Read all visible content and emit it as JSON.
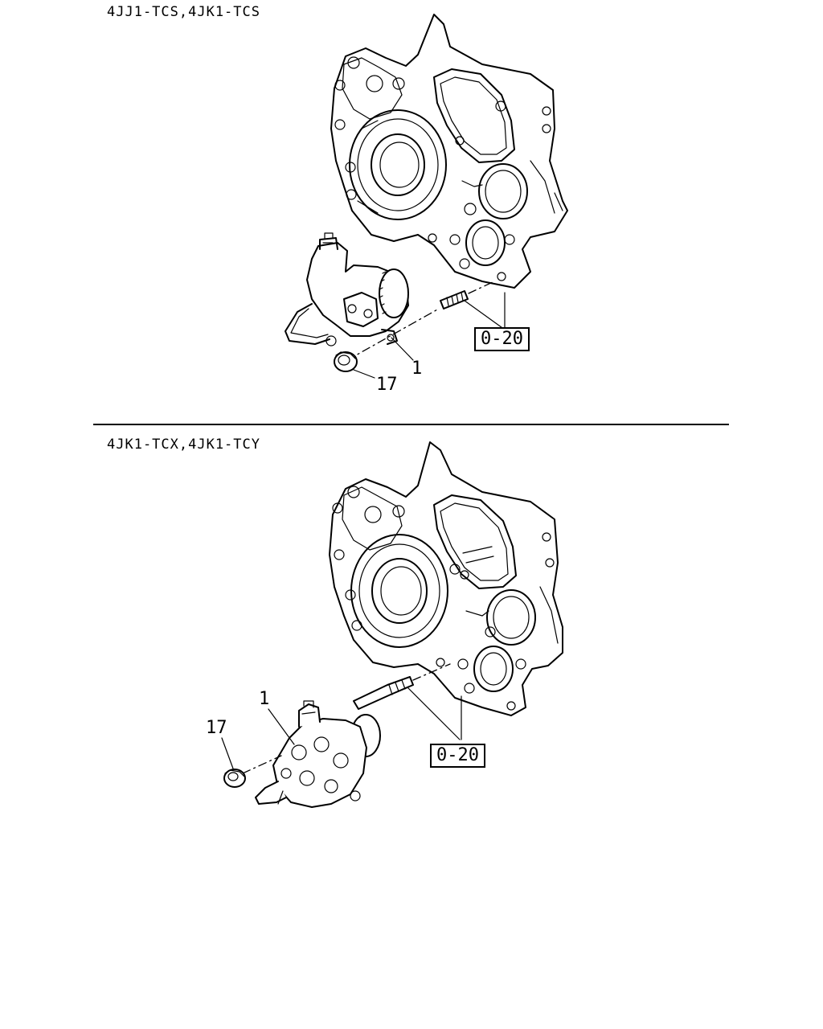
{
  "variants": [
    {
      "title": "4JJ1-TCS,4JK1-TCS",
      "callouts": {
        "pump": "1",
        "nut": "17"
      },
      "reference": "0-20"
    },
    {
      "title": "4JK1-TCX,4JK1-TCY",
      "callouts": {
        "pump": "1",
        "nut": "17"
      },
      "reference": "0-20"
    }
  ],
  "colors": {
    "line": "#000000",
    "background": "#ffffff"
  },
  "icons": [
    "front-cover-housing",
    "power-steering-pump",
    "stud-bolt",
    "flange-nut"
  ]
}
